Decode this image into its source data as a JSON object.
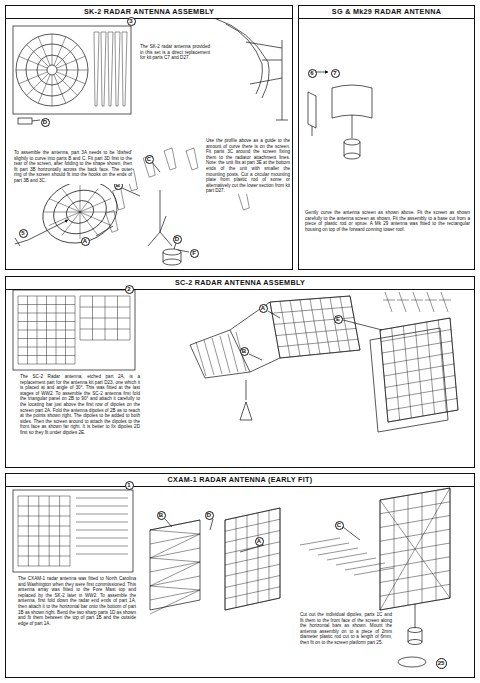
{
  "diagram": {
    "nodes": [
      {
        "text": [
          "SK-2 RADAR ANTENNA ASSEMBLY"
        ]
      },
      {
        "text": [
          "3"
        ],
        "in": 0
      },
      {
        "text": [
          "D"
        ],
        "in": 0
      },
      {
        "text": [
          "C"
        ],
        "in": 0
      },
      {
        "text": [
          "B"
        ],
        "in": 0
      },
      {
        "text": [
          "A"
        ],
        "in": 0
      },
      {
        "text": [
          "D"
        ],
        "in": 0
      },
      {
        "text": [
          "F"
        ],
        "in": 0
      },
      {
        "text": [
          "5"
        ],
        "in": 0
      },
      {
        "text": [
          "SG & Mk29 RADAR ANTENNA"
        ]
      },
      {
        "text": [
          "6"
        ],
        "in": 9
      },
      {
        "text": [
          "7"
        ],
        "in": 9
      },
      {
        "text": [
          "SC-2 RADAR ANTENNA ASSEMBLY"
        ]
      },
      {
        "text": [
          "2"
        ],
        "in": 12
      },
      {
        "text": [
          "A"
        ],
        "in": 12
      },
      {
        "text": [
          "B"
        ],
        "in": 12
      },
      {
        "text": [
          "E"
        ],
        "in": 12
      },
      {
        "text": [
          "CXAM-1 RADAR ANTENNA (EARLY FIT)"
        ]
      },
      {
        "text": [
          "1"
        ],
        "in": 17
      },
      {
        "text": [
          "B"
        ],
        "in": 17
      },
      {
        "text": [
          "D"
        ],
        "in": 17
      },
      {
        "text": [
          "A"
        ],
        "in": 17
      },
      {
        "text": [
          "C"
        ],
        "in": 17
      },
      {
        "text": [
          "25"
        ],
        "in": 17
      }
    ],
    "labels": [
      "To assemble the antenna, part 3A needs to be 'dished' slightly to curve into parts B and C. Fit part 3D first to the rear of the screen, after folding to the shape shown, then fit part 3B horizontally across the back face. The outer ring of the screen should fit into the hooks on the ends of part 3B and 3C.",
      "The SK-2 radar antenna provided in this set is a direct replacement for kit parts C7 and D27.",
      "Use the profile above as a guide to the amount of curve there is on the screen. Fit parts 3C around the screen fixing them to the radiator attachment lines. Note: the unit fits at part 3E at the bottom ends of the unit with smaller the mounting posts. Cut a circular mounting plate from plastic rod of some or alternatively cut the lower section from kit part D27.",
      "Gently curve the antenna screen as shown above. Fit the screen as shown carefully to the antenna screen as shown. Fit the assembly to a base cut from a piece of plastic rod or sprue. A Mk 29 antenna was fitted to the rectangular housing on top of the forward conning tower roof.",
      "The SC-2 Radar antenna, etched part 2A, is a replacement part for the antenna kit part D23, one which it is placed at and angle of 30°. This was fitted at the last stages of WW2. To assemble the SC-2 antenna first fold the triangular panel on 2B to 90° and attach it carefully to the locating bar just above the first row of dipoles on the screen part 2A. Fold the antenna dipoles of 2B as to reach at the points shown right. The dipoles to be added to both sides. Then the screen around to attach the dipoles to the front face as shown far right. It is better to fix dipoles 2D first so they fit under dipoles 2E.",
      "The CXAM-1 radar antenna was fitted to North Carolina and Washington when they were first commissioned. This antenna array was fitted to the Fore Mast top and replaced by the SK-2 later in WW2. To assemble the antenna, first fold down the radar end ends of part 1A, then attach it to the horizontal bar onto the bottom of part 1B as shown right. Bend the two sharp parts 1D as shown and fit them between the top of part 1B and the outside edge of part 1A.",
      "Cut out the individual dipoles, parts 1C and fit them to the front face of the screen along the horizontal bars as shown. Mount the antenna assembly on to a piece of 2mm diameter plastic rod cut to a length of 6mm, then fit on to the screen platform part 25."
    ]
  }
}
